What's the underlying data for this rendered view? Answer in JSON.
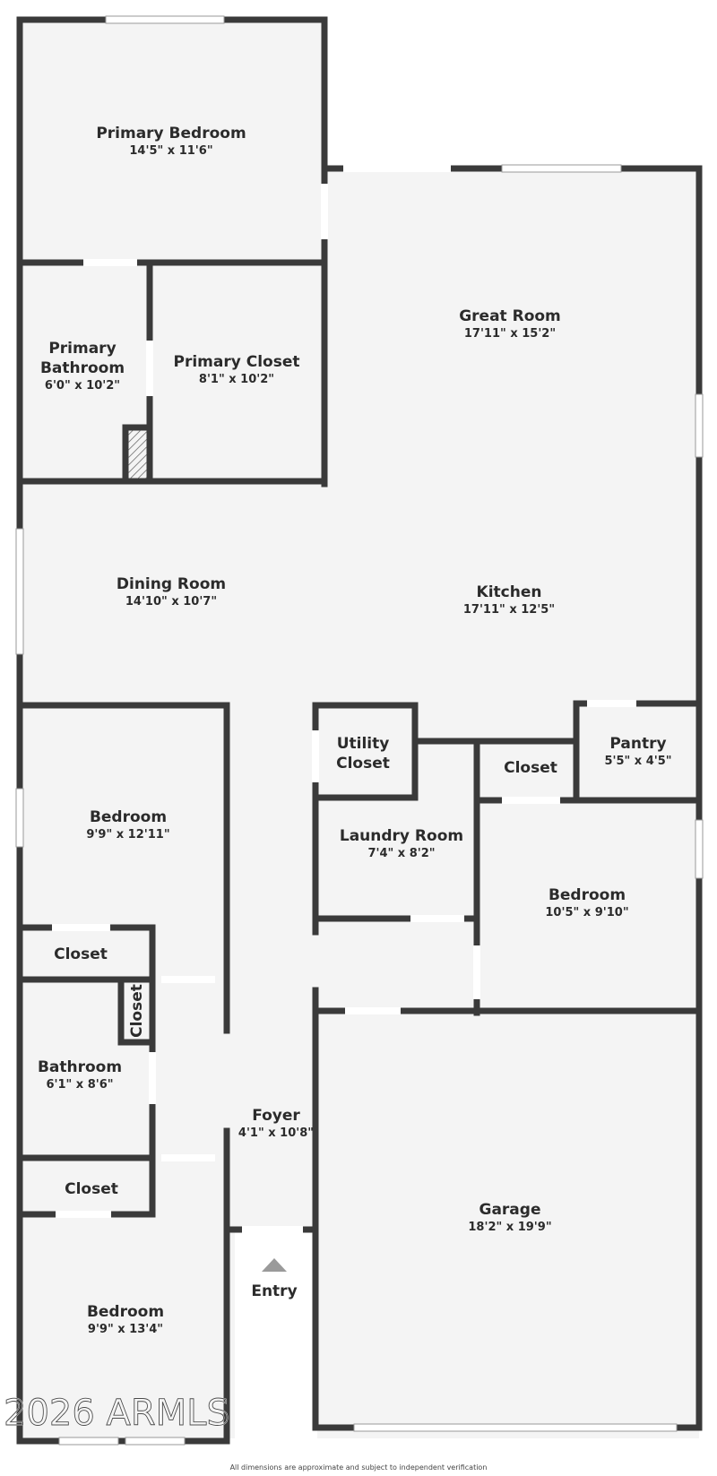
{
  "plan": {
    "rooms": {
      "primary_bedroom": {
        "name": "Primary Bedroom",
        "dims": "14'5\" x 11'6\""
      },
      "great_room": {
        "name": "Great Room",
        "dims": "17'11\" x 15'2\""
      },
      "primary_bathroom": {
        "name1": "Primary",
        "name2": "Bathroom",
        "dims": "6'0\" x 10'2\""
      },
      "primary_closet": {
        "name": "Primary Closet",
        "dims": "8'1\" x 10'2\""
      },
      "dining_room": {
        "name": "Dining Room",
        "dims": "14'10\" x 10'7\""
      },
      "kitchen": {
        "name": "Kitchen",
        "dims": "17'11\" x 12'5\""
      },
      "utility_closet": {
        "name1": "Utility",
        "name2": "Closet"
      },
      "pantry": {
        "name": "Pantry",
        "dims": "5'5\" x 4'5\""
      },
      "closet_kitchen": {
        "name": "Closet"
      },
      "laundry_room": {
        "name": "Laundry Room",
        "dims": "7'4\" x 8'2\""
      },
      "bedroom_left_1": {
        "name": "Bedroom",
        "dims": "9'9\" x 12'11\""
      },
      "bedroom_right": {
        "name": "Bedroom",
        "dims": "10'5\" x 9'10\""
      },
      "closet_left_1": {
        "name": "Closet"
      },
      "closet_vertical": {
        "name": "Closet"
      },
      "bathroom": {
        "name": "Bathroom",
        "dims": "6'1\" x 8'6\""
      },
      "foyer": {
        "name": "Foyer",
        "dims": "4'1\" x 10'8\""
      },
      "garage": {
        "name": "Garage",
        "dims": "18'2\" x 19'9\""
      },
      "closet_left_2": {
        "name": "Closet"
      },
      "bedroom_left_2": {
        "name": "Bedroom",
        "dims": "9'9\" x 13'4\""
      }
    },
    "entry_label": "Entry",
    "entry_icon": "triangle-up-icon",
    "watermark": "2026 ARMLS",
    "footer_note": "All dimensions are approximate and subject to independent verification",
    "colors": {
      "wall": "#3a3a3a",
      "floor": "#f4f4f4",
      "text": "#2b2b2b"
    }
  }
}
